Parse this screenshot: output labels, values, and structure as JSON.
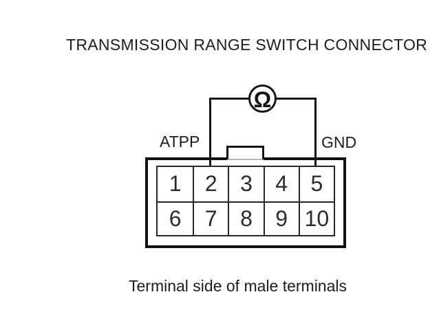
{
  "title": "TRANSMISSION RANGE SWITCH CONNECTOR",
  "caption": "Terminal side of male terminals",
  "meter": {
    "symbol": "Ω",
    "meaning": "ohmmeter"
  },
  "labels": {
    "left_pin": "ATPP",
    "right_pin": "GND"
  },
  "connector": {
    "rows": 2,
    "columns": 5,
    "terminals": [
      "1",
      "2",
      "3",
      "4",
      "5",
      "6",
      "7",
      "8",
      "9",
      "10"
    ],
    "probe_connections": {
      "left_wire_terminal": "2",
      "right_wire_terminal": "5"
    }
  },
  "colors": {
    "background": "#ffffff",
    "line": "#111111",
    "text": "#1c1c1c"
  }
}
